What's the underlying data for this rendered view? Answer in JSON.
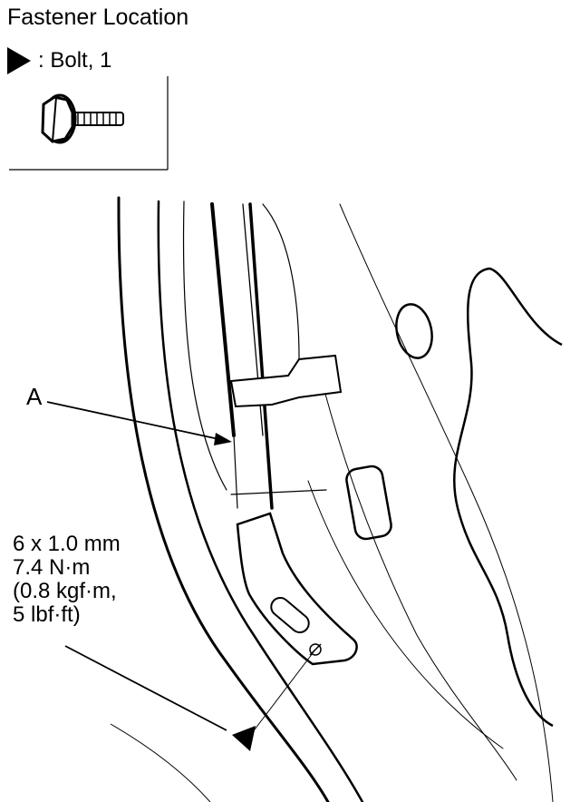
{
  "title": "Fastener Location",
  "legend": {
    "label": ": Bolt, 1",
    "icon": "bolt-marker-triangle"
  },
  "callouts": {
    "part_a": "A"
  },
  "spec": {
    "size": "6 x 1.0 mm",
    "torque_nm": "7.4 N·m",
    "torque_kgf": "(0.8 kgf·m,",
    "torque_lbf": "5 lbf·ft)"
  }
}
